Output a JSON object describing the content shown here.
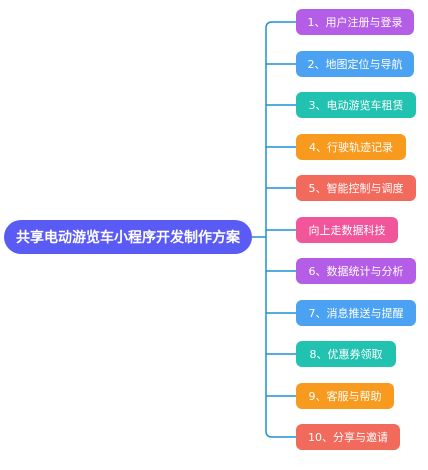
{
  "root": {
    "label": "共享电动游览车小程序开发制作方案",
    "color": "#5a5af5"
  },
  "connector_color": "#1f8fd6",
  "branches": [
    {
      "label": "1、用户注册与登录",
      "color": "#b45ee8"
    },
    {
      "label": "2、地图定位与导航",
      "color": "#4ba2f2"
    },
    {
      "label": "3、电动游览车租赁",
      "color": "#22c2b0"
    },
    {
      "label": "4、行驶轨迹记录",
      "color": "#f79a1e"
    },
    {
      "label": "5、智能控制与调度",
      "color": "#f26a5c"
    },
    {
      "label": "向上走数据科技",
      "color": "#f2569a"
    },
    {
      "label": "6、数据统计与分析",
      "color": "#b45ee8"
    },
    {
      "label": "7、消息推送与提醒",
      "color": "#4ba2f2"
    },
    {
      "label": "8、优惠券领取",
      "color": "#22c2b0"
    },
    {
      "label": "9、客服与帮助",
      "color": "#f79a1e"
    },
    {
      "label": "10、分享与邀请",
      "color": "#f26a5c"
    }
  ]
}
